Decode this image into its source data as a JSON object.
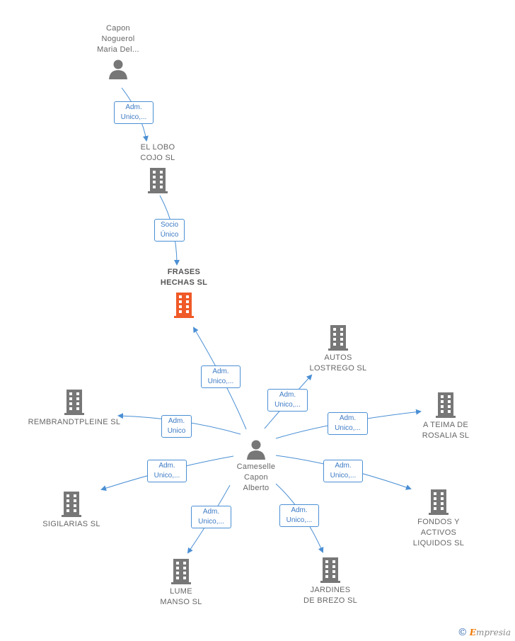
{
  "colors": {
    "edge": "#4a8fd4",
    "node_icon": "#777777",
    "focus_icon": "#f05a28",
    "label": "#666666"
  },
  "nodes": {
    "capon": {
      "label": "Capon\nNoguerol\nMaria Del...",
      "icon": "person-icon"
    },
    "lobo": {
      "label": "EL LOBO\nCOJO  SL",
      "icon": "building-icon"
    },
    "frases": {
      "label": "FRASES\nHECHAS  SL",
      "icon": "building-icon"
    },
    "cameselle": {
      "label": "Cameselle\nCapon\nAlberto",
      "icon": "person-icon"
    },
    "autos": {
      "label": "AUTOS\nLOSTREGO SL",
      "icon": "building-icon"
    },
    "rembrandt": {
      "label": "REMBRANDTPLEINE SL",
      "icon": "building-icon"
    },
    "teima": {
      "label": "A TEIMA DE\nROSALIA  SL",
      "icon": "building-icon"
    },
    "sigilarias": {
      "label": "SIGILARIAS  SL",
      "icon": "building-icon"
    },
    "fondos": {
      "label": "FONDOS Y\nACTIVOS\nLIQUIDOS  SL",
      "icon": "building-icon"
    },
    "lume": {
      "label": "LUME\nMANSO  SL",
      "icon": "building-icon"
    },
    "jardines": {
      "label": "JARDINES\nDE BREZO  SL",
      "icon": "building-icon"
    }
  },
  "relations": {
    "capon_lobo": "Adm.\nUnico,...",
    "lobo_frases": "Socio\nÚnico",
    "cam_frases": "Adm.\nUnico,...",
    "cam_autos": "Adm.\nUnico,...",
    "cam_rembrandt": "Adm.\nUnico",
    "cam_teima": "Adm.\nUnico,...",
    "cam_sigilarias": "Adm.\nUnico,...",
    "cam_fondos": "Adm.\nUnico,...",
    "cam_lume": "Adm.\nUnico,...",
    "cam_jardines": "Adm.\nUnico,..."
  },
  "branding": {
    "copyright": "©",
    "e_letter": "E",
    "rest": "mpresia"
  }
}
